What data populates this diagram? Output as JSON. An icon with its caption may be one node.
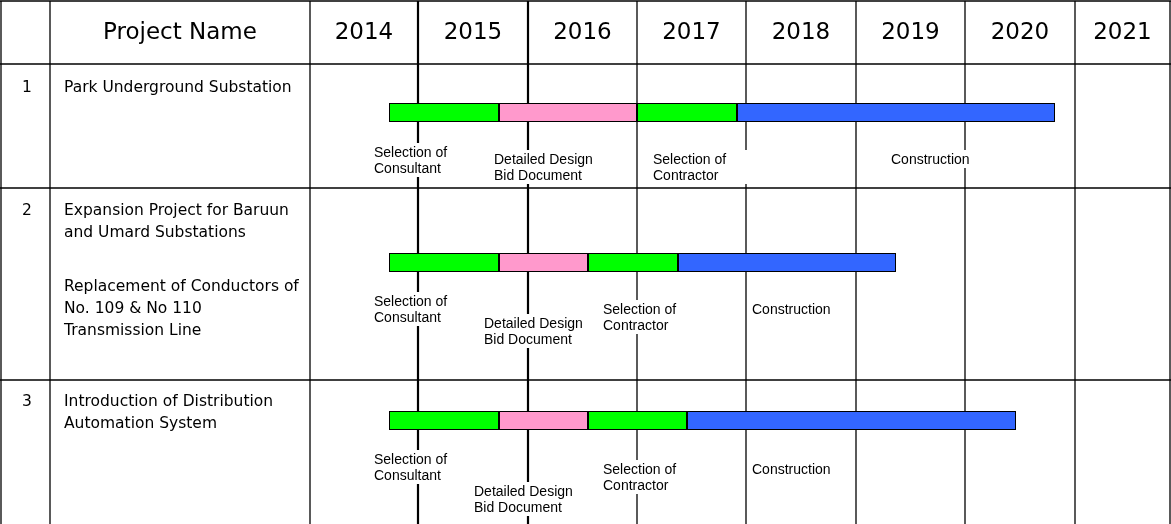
{
  "diagram": {
    "nodes": [
      {
        "text": [],
        "shape": "bar",
        "beside": [
          "Selection of Consultant"
        ]
      },
      {
        "text": [],
        "shape": "bar",
        "beside": [
          "Detailed Design Bid Document"
        ]
      },
      {
        "text": [],
        "shape": "bar",
        "beside": [
          "Selection of Contractor"
        ]
      },
      {
        "text": [],
        "shape": "bar",
        "beside": [
          "Construction"
        ]
      },
      {
        "text": [],
        "shape": "bar",
        "beside": [
          "Selection of Consultant"
        ]
      },
      {
        "text": [],
        "shape": "bar",
        "beside": [
          "Detailed Design Bid Document"
        ]
      },
      {
        "text": [],
        "shape": "bar",
        "beside": [
          "Selection of Contractor"
        ]
      },
      {
        "text": [],
        "shape": "bar",
        "beside": [
          "Construction"
        ]
      },
      {
        "text": [],
        "shape": "bar",
        "beside": [
          "Selection of Consultant"
        ]
      },
      {
        "text": [],
        "shape": "bar",
        "beside": [
          "Detailed Design Bid Document"
        ]
      },
      {
        "text": [],
        "shape": "bar",
        "beside": [
          "Selection of Contractor"
        ]
      },
      {
        "text": [],
        "shape": "bar",
        "beside": [
          "Construction"
        ]
      }
    ],
    "labels": [
      "Project Name",
      "2014",
      "2015",
      "2016",
      "2017",
      "2018",
      "2019",
      "2020",
      "2021",
      "1",
      "Park Underground Substation",
      "2",
      "Expansion Project for Baruun and Umard Substations",
      "Replacement of Conductors of No. 109 & No 110 Transmission Line",
      "3",
      "Introduction of Distribution Automation System"
    ]
  }
}
